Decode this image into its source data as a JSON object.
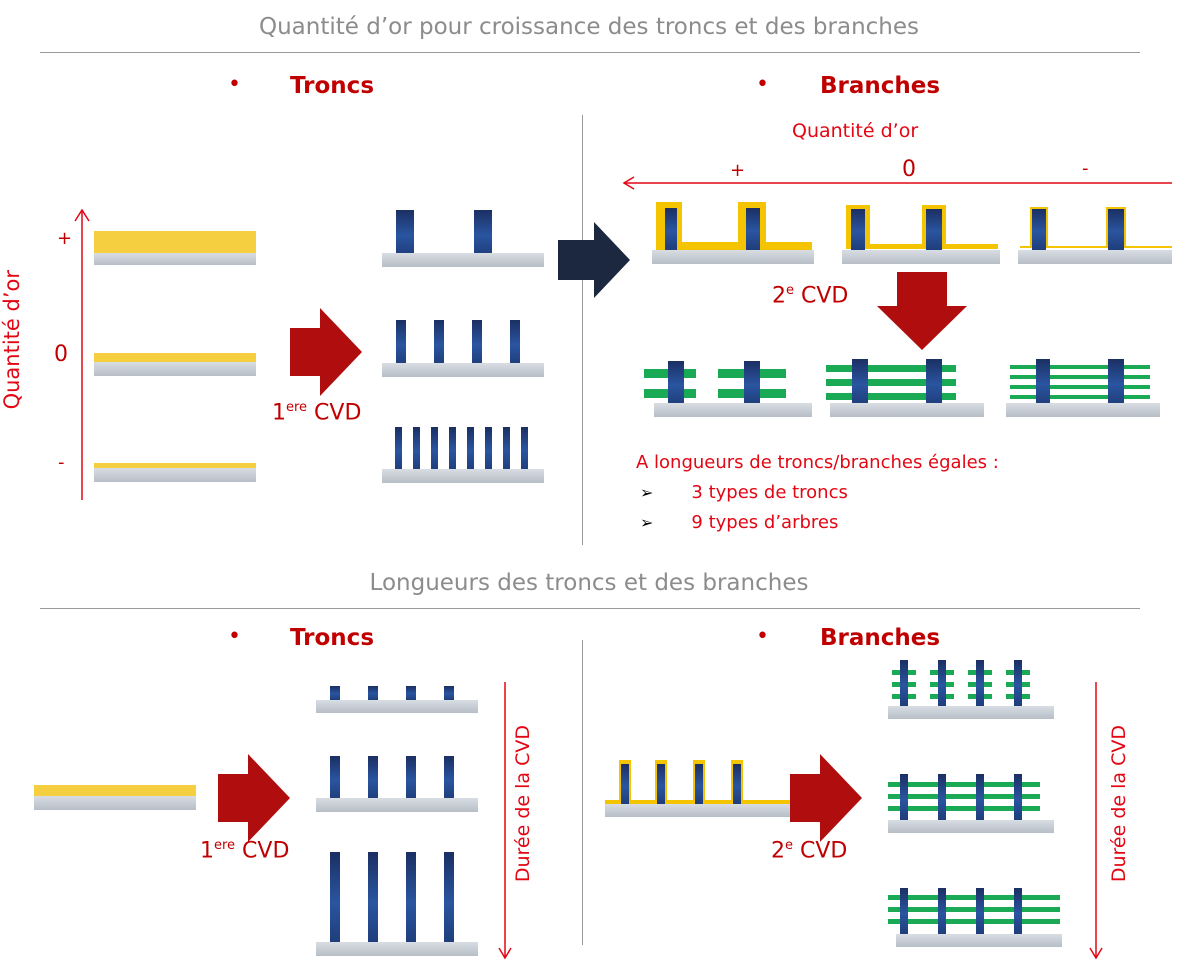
{
  "section1": {
    "title": "Quantité d’or pour croissance des troncs et des branches",
    "left_head": "Troncs",
    "right_head": "Branches",
    "bullet": "•",
    "gold_axis_label": "Quantité d’or",
    "gold_levels": [
      "+",
      "0",
      "-"
    ],
    "branches_axis_label": "Quantité d’or",
    "branches_levels": [
      "+",
      "0",
      "-"
    ],
    "cvd1_prefix": "1",
    "cvd1_sup": "ere",
    "cvd1_suffix": " CVD",
    "cvd2_prefix": "2",
    "cvd2_sup": "e",
    "cvd2_suffix": " CVD",
    "note_title": "A longueurs de troncs/branches égales :",
    "note_items": [
      "3 types de troncs",
      "9 types d’arbres"
    ],
    "note_marker": "➢"
  },
  "section2": {
    "title": "Longueurs des troncs et des branches",
    "left_head": "Troncs",
    "right_head": "Branches",
    "bullet": "•",
    "cvd1_prefix": "1",
    "cvd1_sup": "ere",
    "cvd1_suffix": " CVD",
    "cvd2_prefix": "2",
    "cvd2_sup": "e",
    "cvd2_suffix": " CVD",
    "duration_left": "Durée de la CVD",
    "duration_right": "Durée de la CVD"
  },
  "colors": {
    "gold": "#f5c400",
    "gold_light": "#f4d24a",
    "substrate": "#c9cfd6",
    "trunk": "#1f3d7a",
    "branch": "#1aaa55",
    "red_arrow": "#b00e0e",
    "navy_arrow": "#1c2740",
    "text_red": "#e30613",
    "head_red": "#c00000",
    "title_gray": "#8c8c8c"
  }
}
